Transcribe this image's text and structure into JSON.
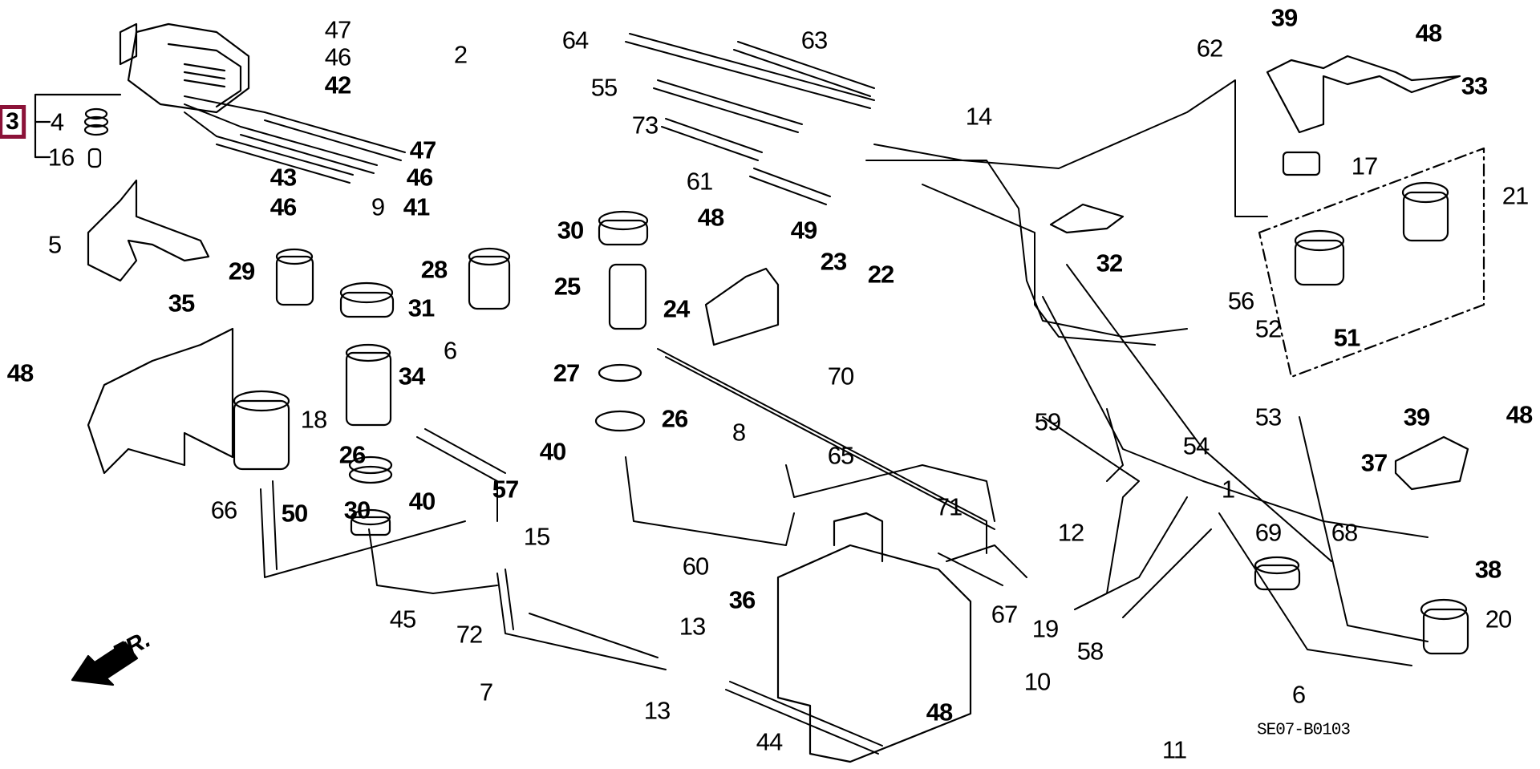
{
  "diagram": {
    "title": "Parts diagram - vacuum hoses / emission control",
    "code": "SE07-B0103",
    "direction_label": "FR.",
    "highlight_color": "#8b1238",
    "selected_part": "3",
    "labels": [
      {
        "id": "47",
        "bold": false
      },
      {
        "id": "46",
        "bold": false
      },
      {
        "id": "42",
        "bold": true
      },
      {
        "id": "47",
        "bold": true
      },
      {
        "id": "46",
        "bold": true
      },
      {
        "id": "43",
        "bold": true
      },
      {
        "id": "46",
        "bold": true
      },
      {
        "id": "9",
        "bold": false
      },
      {
        "id": "41",
        "bold": true
      },
      {
        "id": "3",
        "bold": true,
        "highlighted": true
      },
      {
        "id": "4",
        "bold": false
      },
      {
        "id": "16",
        "bold": false
      },
      {
        "id": "2",
        "bold": false
      },
      {
        "id": "5",
        "bold": false
      },
      {
        "id": "29",
        "bold": true
      },
      {
        "id": "28",
        "bold": true
      },
      {
        "id": "31",
        "bold": true
      },
      {
        "id": "35",
        "bold": true
      },
      {
        "id": "34",
        "bold": true
      },
      {
        "id": "48",
        "bold": true
      },
      {
        "id": "18",
        "bold": false
      },
      {
        "id": "6",
        "bold": false
      },
      {
        "id": "26",
        "bold": true
      },
      {
        "id": "40",
        "bold": true
      },
      {
        "id": "66",
        "bold": false
      },
      {
        "id": "50",
        "bold": true
      },
      {
        "id": "30",
        "bold": true
      },
      {
        "id": "57",
        "bold": true
      },
      {
        "id": "15",
        "bold": false
      },
      {
        "id": "45",
        "bold": false
      },
      {
        "id": "72",
        "bold": false
      },
      {
        "id": "7",
        "bold": false
      },
      {
        "id": "13",
        "bold": false
      },
      {
        "id": "13",
        "bold": false
      },
      {
        "id": "44",
        "bold": false
      },
      {
        "id": "64",
        "bold": false
      },
      {
        "id": "63",
        "bold": false
      },
      {
        "id": "55",
        "bold": false
      },
      {
        "id": "73",
        "bold": false
      },
      {
        "id": "61",
        "bold": false
      },
      {
        "id": "14",
        "bold": false
      },
      {
        "id": "62",
        "bold": false
      },
      {
        "id": "39",
        "bold": true
      },
      {
        "id": "48",
        "bold": true
      },
      {
        "id": "33",
        "bold": true
      },
      {
        "id": "17",
        "bold": false
      },
      {
        "id": "21",
        "bold": false
      },
      {
        "id": "30",
        "bold": true
      },
      {
        "id": "25",
        "bold": true
      },
      {
        "id": "48",
        "bold": true
      },
      {
        "id": "49",
        "bold": true
      },
      {
        "id": "23",
        "bold": true
      },
      {
        "id": "22",
        "bold": true
      },
      {
        "id": "24",
        "bold": true
      },
      {
        "id": "32",
        "bold": true
      },
      {
        "id": "27",
        "bold": true
      },
      {
        "id": "26",
        "bold": true
      },
      {
        "id": "40",
        "bold": true
      },
      {
        "id": "8",
        "bold": false
      },
      {
        "id": "70",
        "bold": false
      },
      {
        "id": "65",
        "bold": false
      },
      {
        "id": "60",
        "bold": false
      },
      {
        "id": "36",
        "bold": true
      },
      {
        "id": "71",
        "bold": false
      },
      {
        "id": "12",
        "bold": false
      },
      {
        "id": "67",
        "bold": false
      },
      {
        "id": "19",
        "bold": false
      },
      {
        "id": "58",
        "bold": false
      },
      {
        "id": "10",
        "bold": false
      },
      {
        "id": "48",
        "bold": true
      },
      {
        "id": "11",
        "bold": false
      },
      {
        "id": "59",
        "bold": false
      },
      {
        "id": "54",
        "bold": false
      },
      {
        "id": "1",
        "bold": false
      },
      {
        "id": "69",
        "bold": false
      },
      {
        "id": "68",
        "bold": false
      },
      {
        "id": "56",
        "bold": false
      },
      {
        "id": "52",
        "bold": false
      },
      {
        "id": "51",
        "bold": true
      },
      {
        "id": "53",
        "bold": false
      },
      {
        "id": "39",
        "bold": true
      },
      {
        "id": "48",
        "bold": true
      },
      {
        "id": "37",
        "bold": true
      },
      {
        "id": "38",
        "bold": true
      },
      {
        "id": "20",
        "bold": false
      },
      {
        "id": "6",
        "bold": false
      }
    ]
  }
}
